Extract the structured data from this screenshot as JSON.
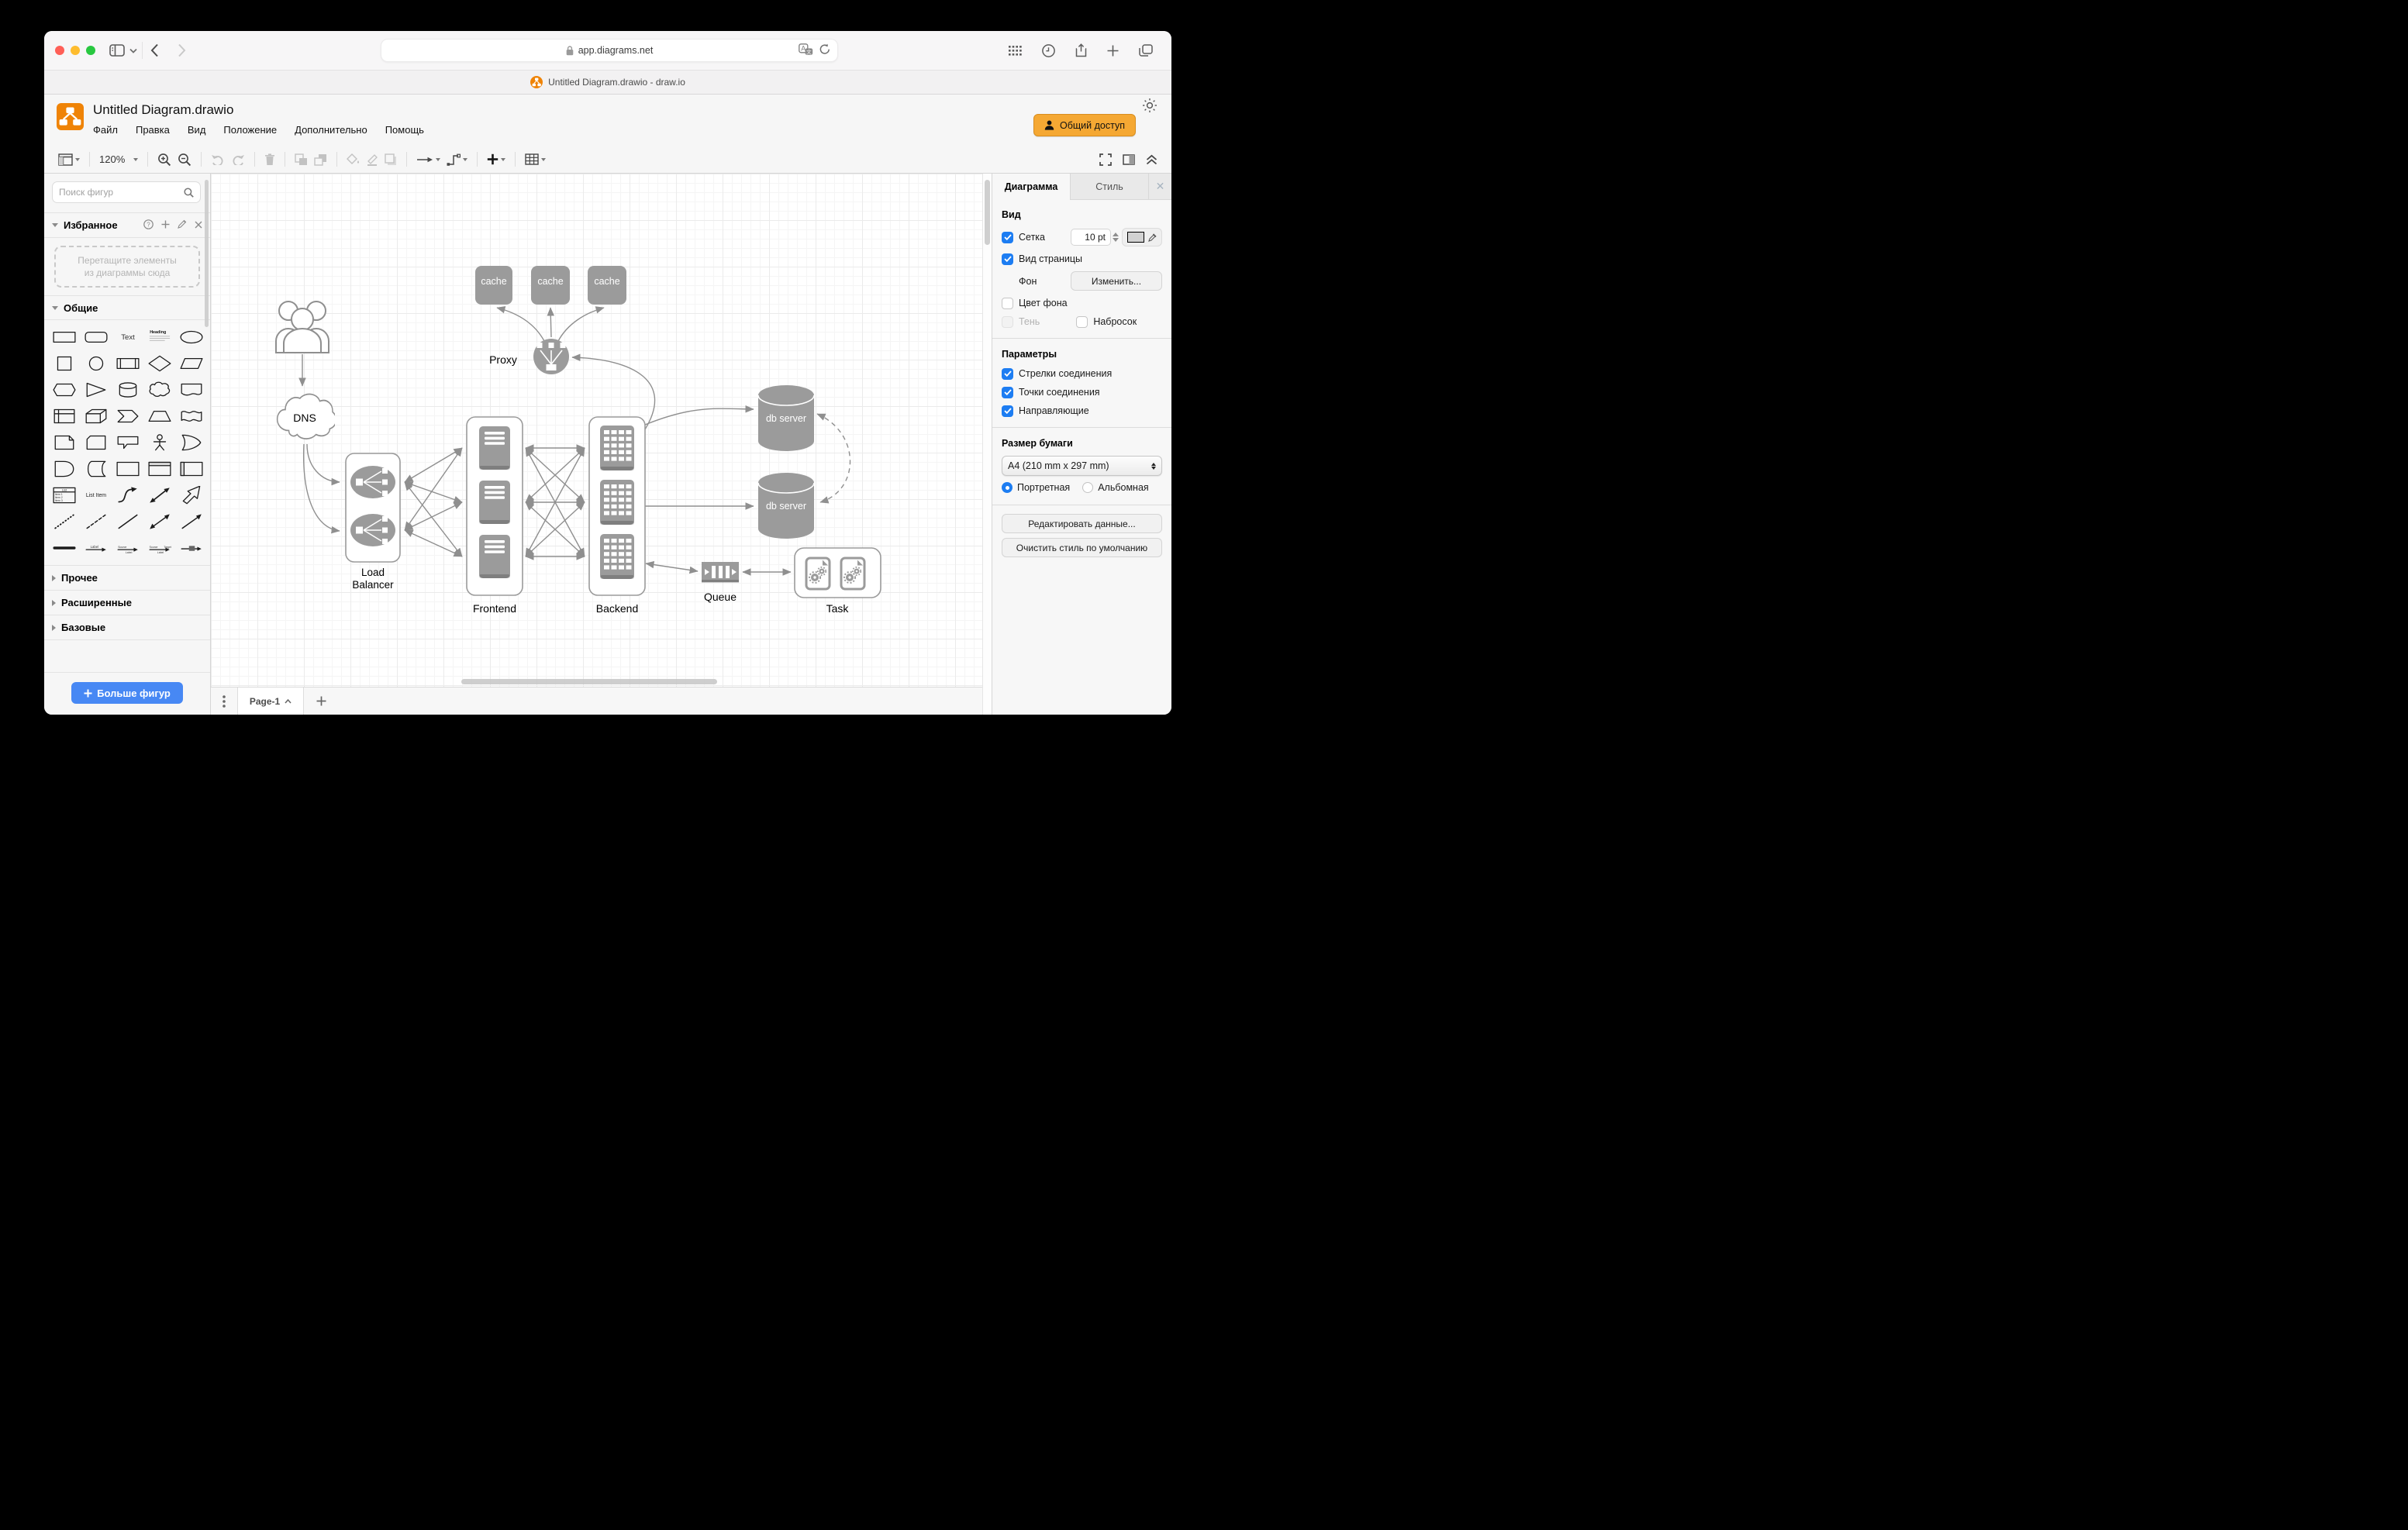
{
  "browser": {
    "url": "app.diagrams.net",
    "tab_title": "Untitled Diagram.drawio - draw.io"
  },
  "header": {
    "doc_title": "Untitled Diagram.drawio",
    "menus": [
      "Файл",
      "Правка",
      "Вид",
      "Положение",
      "Дополнительно",
      "Помощь"
    ],
    "share_label": "Общий доступ"
  },
  "toolbar": {
    "zoom_level": "120%"
  },
  "sidebar": {
    "search_placeholder": "Поиск фигур",
    "favorites_title": "Избранное",
    "drop_hint_line1": "Перетащите элементы",
    "drop_hint_line2": "из диаграммы сюда",
    "section_general": "Общие",
    "section_other": "Прочее",
    "section_advanced": "Расширенные",
    "section_basic": "Базовые",
    "more_shapes": "Больше фигур",
    "palette_labels": {
      "text": "Text",
      "heading": "Heading",
      "lorem": "Lorem ipsum dolor sit amet, consectetur adipscing elit",
      "list": "List",
      "item1": "Item 1",
      "item2": "Item 2",
      "item3": "Item 3",
      "list_item": "List Item",
      "label": "Label",
      "source": "Source",
      "target": "Target"
    },
    "shapes": [
      "rectangle",
      "rounded-rectangle",
      "text",
      "heading",
      "ellipse",
      "square",
      "circle",
      "process",
      "diamond",
      "parallelogram",
      "hexagon",
      "triangle",
      "cylinder",
      "cloud",
      "document",
      "internal-storage",
      "cube",
      "step",
      "trapezoid",
      "tape",
      "note",
      "card",
      "callout",
      "actor",
      "or",
      "and",
      "data-storage",
      "container",
      "vertical-container",
      "horizontal-container",
      "list",
      "list-item",
      "curve",
      "bidirectional-arrow",
      "arrow-thick",
      "dotted-line",
      "dashed-line",
      "line",
      "bidirectional-line",
      "directional-line",
      "divider-line",
      "arrow-label",
      "arrow-source-label",
      "arrow-source-target",
      "arrow-box"
    ]
  },
  "panel": {
    "tab_diagram": "Диаграмма",
    "tab_style": "Стиль",
    "view_title": "Вид",
    "grid_label": "Сетка",
    "grid_size": "10 pt",
    "page_view_label": "Вид страницы",
    "background_label": "Фон",
    "change_label": "Изменить...",
    "bg_color_label": "Цвет фона",
    "shadow_label": "Тень",
    "sketch_label": "Набросок",
    "options_title": "Параметры",
    "option_arrows": "Стрелки соединения",
    "option_points": "Точки соединения",
    "option_guides": "Направляющие",
    "paper_title": "Размер бумаги",
    "paper_size": "A4 (210 mm x 297 mm)",
    "portrait_label": "Портретная",
    "landscape_label": "Альбомная",
    "edit_data_label": "Редактировать данные...",
    "clear_style_label": "Очистить стиль по умолчанию"
  },
  "footer": {
    "page_tab": "Page-1"
  },
  "canvas": {
    "nodes": {
      "cache": "cache",
      "proxy": "Proxy",
      "dns": "DNS",
      "lb_line1": "Load",
      "lb_line2": "Balancer",
      "frontend": "Frontend",
      "backend": "Backend",
      "db": "db server",
      "queue": "Queue",
      "task": "Task"
    }
  },
  "colors": {
    "drawio_orange": "#ef8306",
    "share_button_orange": "#f5a833",
    "accent_blue": "#1d7df2",
    "more_shapes_blue": "#4788f4",
    "node_gray": "#9b9b9b",
    "edge_gray": "#8f8f8f"
  }
}
